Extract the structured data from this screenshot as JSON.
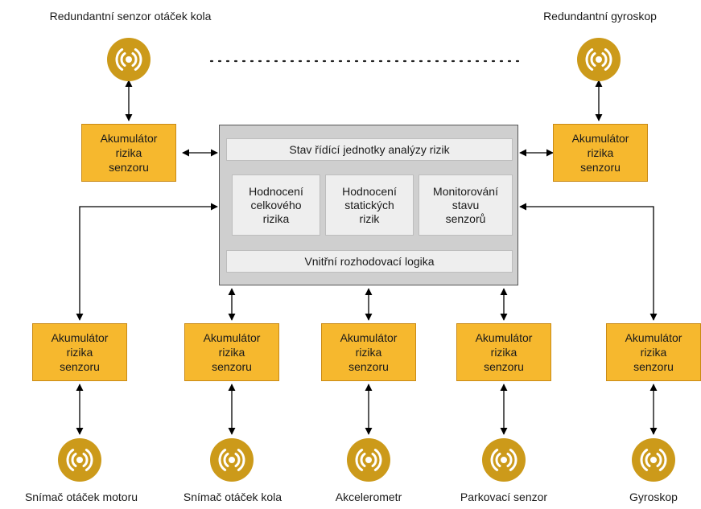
{
  "sensors": {
    "redundant_wheel": "Redundantní senzor otáček kola",
    "redundant_gyro": "Redundantní gyroskop",
    "motor": "Snímač otáček motoru",
    "wheel": "Snímač otáček kola",
    "accel": "Akcelerometr",
    "parking": "Parkovací senzor",
    "gyro": "Gyroskop"
  },
  "accumulator_label": "Akumulátor\nrizika\nsenzoru",
  "ecu": {
    "state": "Stav řídící jednotky analýzy rizik",
    "overall": "Hodnocení\ncelkového\nrizika",
    "static": "Hodnocení\nstatických\nrizik",
    "monitoring": "Monitorování\nstavu\nsenzorů",
    "logic": "Vnitřní rozhodovací logika"
  },
  "colors": {
    "accumulator_fill": "#f6b82e",
    "sensor_fill": "#cc9a1a",
    "ecu_fill": "#cfcfcf",
    "pane_fill": "#eeeeee"
  },
  "icons": {
    "sensor": "sensor-signal-icon"
  }
}
